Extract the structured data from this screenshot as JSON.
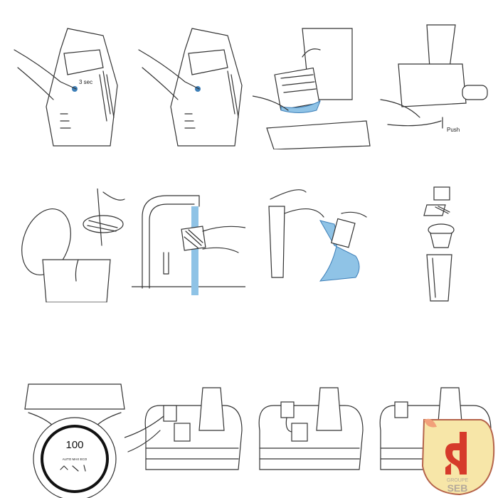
{
  "steps": [
    {
      "id": 1,
      "label": "3 sec"
    },
    {
      "id": 2
    },
    {
      "id": 3
    },
    {
      "id": 4,
      "label": "Push"
    },
    {
      "id": 5
    },
    {
      "id": 6
    },
    {
      "id": 7
    },
    {
      "id": 8
    },
    {
      "id": 9,
      "display_value": "100",
      "modes": "AUTO MAX ECO"
    },
    {
      "id": 10
    },
    {
      "id": 11
    },
    {
      "id": 12
    }
  ],
  "logo": {
    "name": "GROUPE SEB",
    "line1": "GROUPE",
    "line2": "SEB"
  },
  "colors": {
    "accent_blue": "#8fc3e6",
    "logo_bg": "#f7e6a8",
    "logo_red": "#d63a2a",
    "logo_border": "#b5634a"
  }
}
